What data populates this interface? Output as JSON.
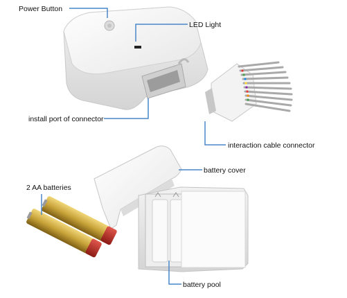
{
  "labels": {
    "power_button": "Power Button",
    "led_light": "LED Light",
    "install_port": "install port of connector",
    "interaction_cable": "interaction cable connector",
    "battery_cover": "battery cover",
    "batteries": "2 AA batteries",
    "battery_pool": "battery pool"
  },
  "colors": {
    "leader_line": "#4a86c8",
    "device_body": "#f7f7f7",
    "battery_gold": "#c9a43a",
    "battery_red": "#b3261e"
  },
  "icons": {
    "device": "device-box-icon",
    "connector": "multi-pin-connector-icon",
    "cover": "battery-cover-icon",
    "tray": "battery-tray-icon",
    "batteries": "aa-battery-icon"
  }
}
